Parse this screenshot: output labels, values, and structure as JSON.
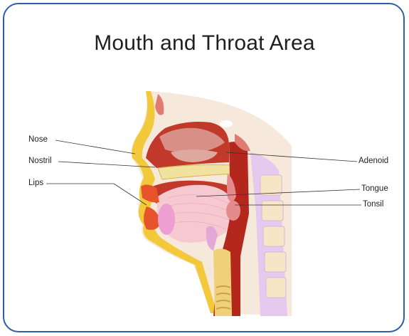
{
  "title": "Mouth and Throat Area",
  "labels": {
    "nose": "Nose",
    "nostril": "Nostril",
    "lips": "Lips",
    "adenoid": "Adenoid",
    "tongue": "Tongue",
    "tonsil": "Tonsil"
  },
  "colors": {
    "frame_border": "#2a5fa8",
    "skin": "#f6e8da",
    "fat_yellow": "#f3c93c",
    "cavity_red": "#c0392b",
    "adenoid_pink": "#d78f86",
    "tongue_pink": "#f6c8cf",
    "spine_lilac": "#e6c9ee"
  }
}
